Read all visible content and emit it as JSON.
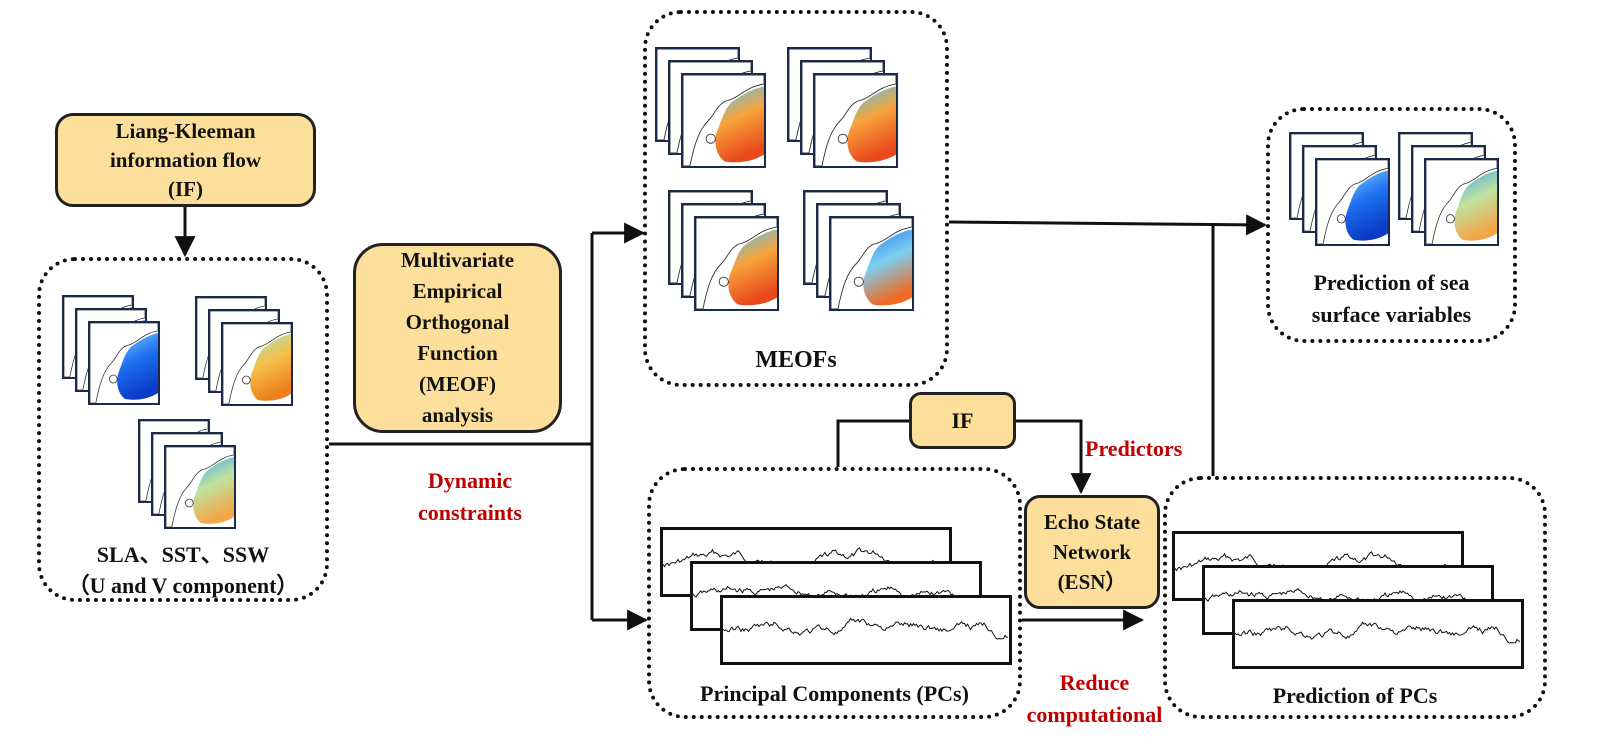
{
  "if_source": {
    "line1": "Liang-Kleeman",
    "line2": "information flow",
    "line3": "(IF)"
  },
  "input_panel": {
    "caption1": "SLA、SST、SSW",
    "caption2": "（U and V component）"
  },
  "meof_box": {
    "line1": "Multivariate",
    "line2": "Empirical",
    "line3": "Orthogonal",
    "line4": "Function",
    "line5": "(MEOF)",
    "line6": "analysis"
  },
  "dynamic_label": {
    "line1": "Dynamic",
    "line2": "constraints"
  },
  "meofs_panel": {
    "caption": "MEOFs"
  },
  "prediction_sea": {
    "line1": "Prediction of sea",
    "line2": "surface variables"
  },
  "if_box": {
    "label": "IF"
  },
  "predictors_label": "Predictors",
  "esn_box": {
    "line1": "Echo State",
    "line2": "Network",
    "line3": "(ESN）"
  },
  "pcs_panel": {
    "caption": "Principal Components (PCs)"
  },
  "reduce_label": {
    "line1": "Reduce",
    "line2": "computational"
  },
  "prediction_pcs": {
    "caption": "Prediction of PCs"
  },
  "colors": {
    "box_fill": "#fbdf9b",
    "red_text": "#c00000",
    "blue": "#1e5fe0",
    "orange": "#f08a24"
  }
}
